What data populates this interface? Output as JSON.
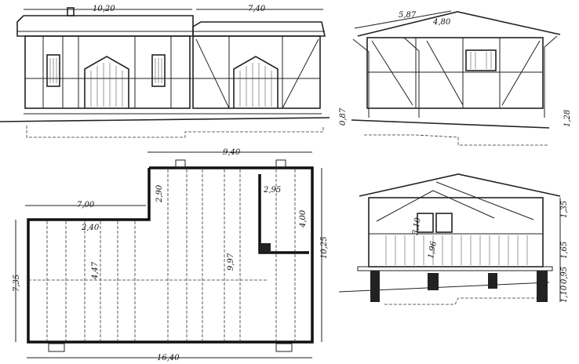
{
  "front_elevation": {
    "dims": [
      "10,20",
      "7,40"
    ]
  },
  "side_elevation": {
    "dims": [
      "5,87",
      "4,80",
      "0,87",
      "1,28"
    ]
  },
  "floor_plan": {
    "dims": [
      "9,40",
      "7,00",
      "2,90",
      "2,95",
      "4,00",
      "9,97",
      "2,40",
      "4,47",
      "7,35",
      "10,25",
      "16,40"
    ]
  },
  "cross_section": {
    "dims": [
      "3,10",
      "1,96",
      "1,35",
      "1,65",
      "0,95",
      "1,10"
    ]
  }
}
